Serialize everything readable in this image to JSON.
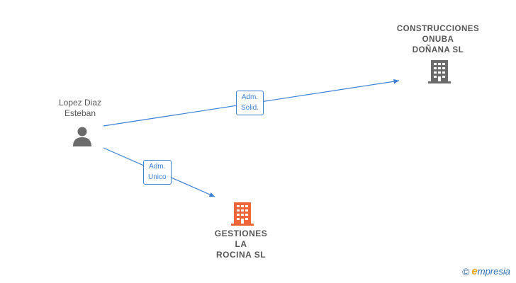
{
  "nodes": {
    "person": {
      "label": "Lopez Diaz\nEsteban",
      "icon": "person-icon",
      "color": "#6b6b6b"
    },
    "company_top": {
      "label": "CONSTRUCCIONES\nONUBA\nDOÑANA  SL",
      "icon": "building-icon",
      "color": "#6b6b6b"
    },
    "company_bottom": {
      "label": "GESTIONES\nLA\nROCINA  SL",
      "icon": "building-icon",
      "color": "#f0643a"
    }
  },
  "edges": [
    {
      "from": "person",
      "to": "company_top",
      "label": "Adm.\nSolid."
    },
    {
      "from": "person",
      "to": "company_bottom",
      "label": "Adm.\nUnico"
    }
  ],
  "colors": {
    "edge": "#3a7fd5"
  },
  "brand": {
    "copyright": "©",
    "initial": "e",
    "name": "mpresia"
  }
}
